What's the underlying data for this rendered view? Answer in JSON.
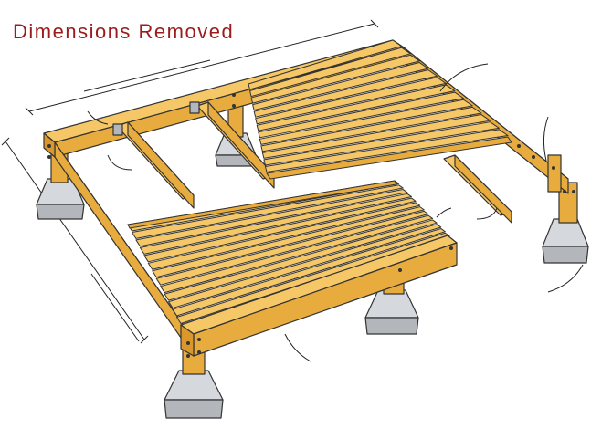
{
  "title": "Dimensions Removed",
  "colors": {
    "title": "#9b1c1c",
    "wood_top": "#f6c766",
    "wood_side": "#e8ac3e",
    "wood_dark": "#c98a20",
    "outline": "#333333",
    "concrete": "#d5d8dc",
    "concrete_dark": "#b3b7bc"
  },
  "components": [
    "deck-boards",
    "rim-joists",
    "joists",
    "beams",
    "posts",
    "concrete-piers",
    "joist-hangers",
    "bolts"
  ]
}
